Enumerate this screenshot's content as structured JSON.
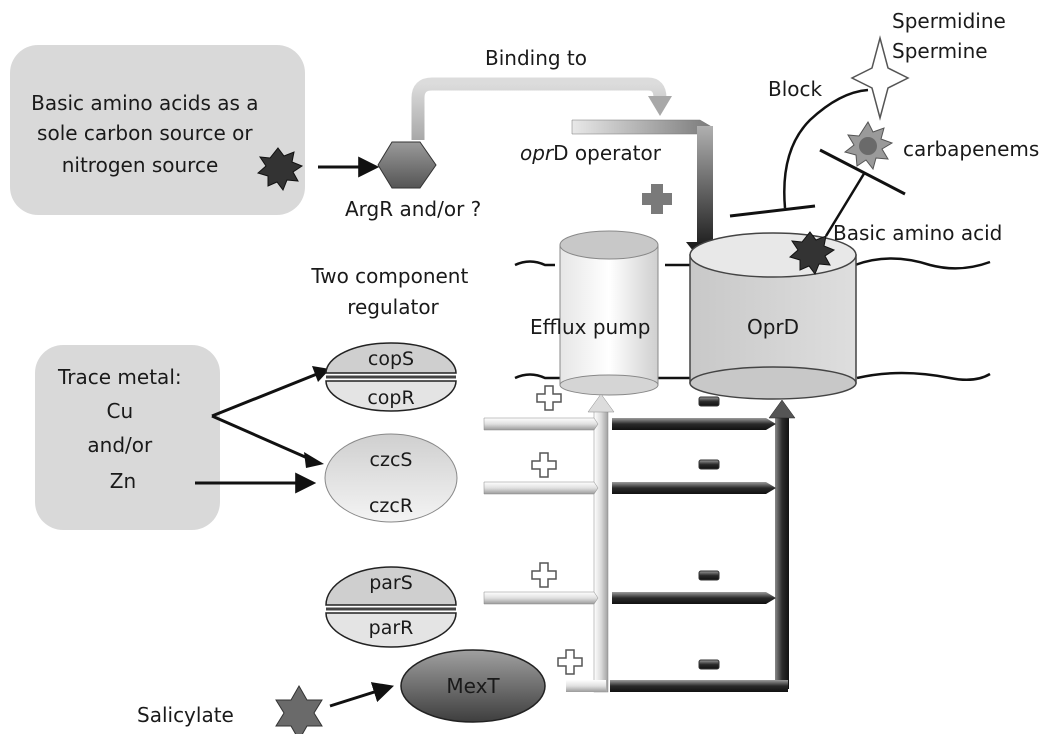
{
  "boxes": {
    "basic_amino_acids": [
      "Basic amino acids as a",
      "sole carbon source or",
      "nitrogen source"
    ],
    "trace_metal": [
      "Trace metal:",
      "Cu",
      "and/or",
      "Zn"
    ]
  },
  "labels": {
    "argr": "ArgR and/or ?",
    "binding_to": "Binding to",
    "oprd_operator_italic": "opr",
    "oprd_operator_rest": "D operator",
    "block": "Block",
    "spermidine": "Spermidine",
    "spermine": "Spermine",
    "carbapenems": "carbapenems",
    "basic_amino_acid": "Basic amino acid",
    "two_component": [
      "Two component",
      "regulator"
    ],
    "efflux_pump": "Efflux pump",
    "oprd": "OprD",
    "salicylate": "Salicylate",
    "mext": "MexT"
  },
  "regulators": [
    {
      "sensor": "copS",
      "response": "copR"
    },
    {
      "sensor": "czcS",
      "response": "czcR"
    },
    {
      "sensor": "parS",
      "response": "parR"
    }
  ],
  "signs": {
    "plus": "+",
    "minus": "−"
  }
}
